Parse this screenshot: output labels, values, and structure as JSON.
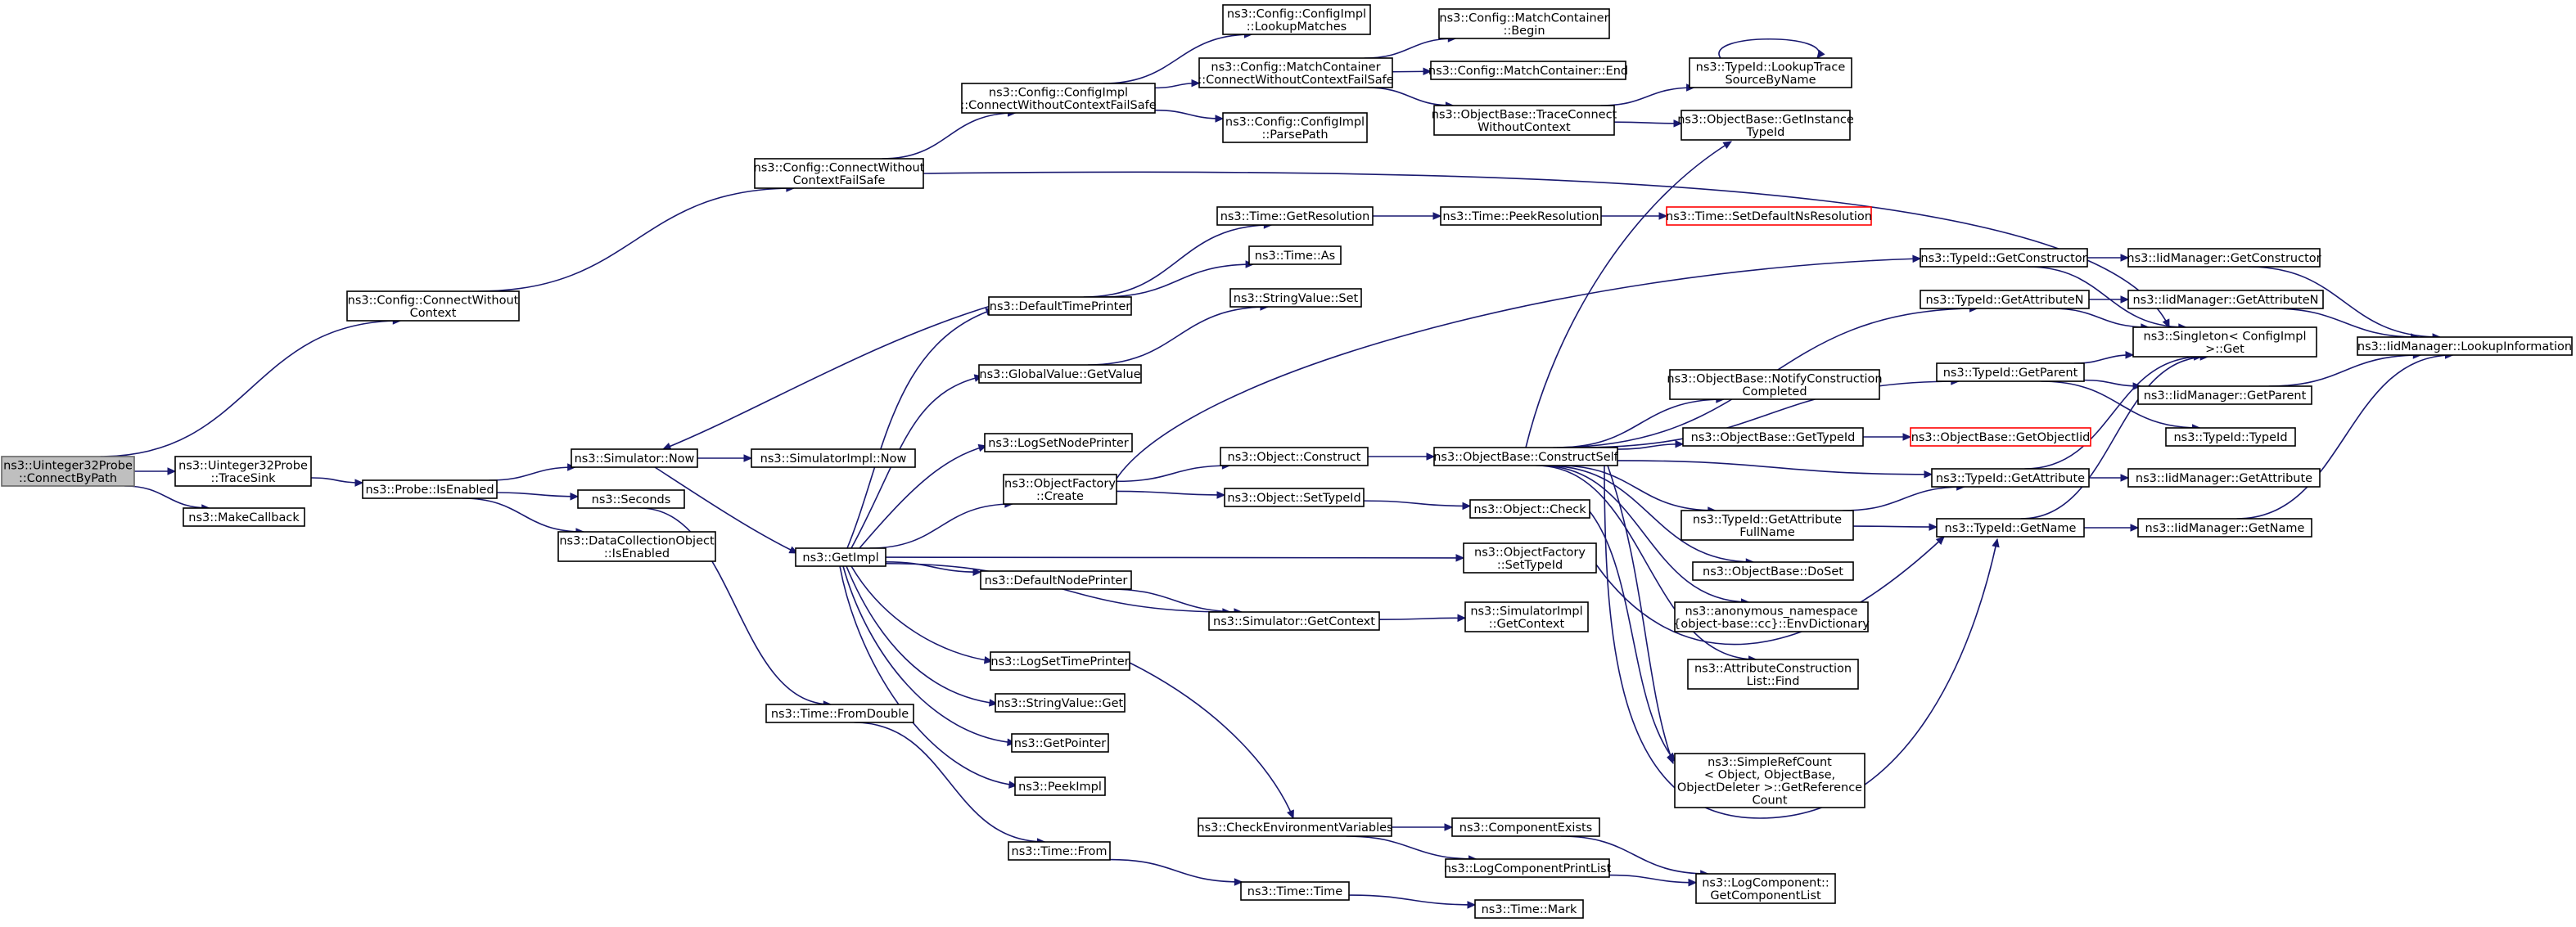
{
  "nodes": [
    {
      "id": "root",
      "lines": [
        "ns3::Uinteger32Probe",
        "::ConnectByPath"
      ],
      "style": "root"
    },
    {
      "id": "connwocfs",
      "lines": [
        "ns3::Config::ConnectWithout",
        "Context"
      ]
    },
    {
      "id": "tracesink",
      "lines": [
        "ns3::Uinteger32Probe",
        "::TraceSink"
      ]
    },
    {
      "id": "makecb",
      "lines": [
        "ns3::MakeCallback"
      ]
    },
    {
      "id": "isenabled",
      "lines": [
        "ns3::Probe::IsEnabled"
      ]
    },
    {
      "id": "simnow",
      "lines": [
        "ns3::Simulator::Now"
      ]
    },
    {
      "id": "seconds",
      "lines": [
        "ns3::Seconds"
      ]
    },
    {
      "id": "dcoenabled",
      "lines": [
        "ns3::DataCollectionObject",
        "::IsEnabled"
      ]
    },
    {
      "id": "simimplnow",
      "lines": [
        "ns3::SimulatorImpl::Now"
      ]
    },
    {
      "id": "getimpl",
      "lines": [
        "ns3::GetImpl"
      ]
    },
    {
      "id": "fromdouble",
      "lines": [
        "ns3::Time::FromDouble"
      ]
    },
    {
      "id": "timefrom",
      "lines": [
        "ns3::Time::From"
      ]
    },
    {
      "id": "cfgconnfs",
      "lines": [
        "ns3::Config::ConnectWithout",
        "ContextFailSafe"
      ]
    },
    {
      "id": "cfgimplcfs",
      "lines": [
        "ns3::Config::ConfigImpl",
        "::ConnectWithoutContextFailSafe"
      ]
    },
    {
      "id": "lookupmatches",
      "lines": [
        "ns3::Config::ConfigImpl",
        "::LookupMatches"
      ]
    },
    {
      "id": "mcconnfs",
      "lines": [
        "ns3::Config::MatchContainer",
        "::ConnectWithoutContextFailSafe"
      ]
    },
    {
      "id": "parsepath",
      "lines": [
        "ns3::Config::ConfigImpl",
        "::ParsePath"
      ]
    },
    {
      "id": "mcbegin",
      "lines": [
        "ns3::Config::MatchContainer",
        "::Begin"
      ]
    },
    {
      "id": "mcend",
      "lines": [
        "ns3::Config::MatchContainer::End"
      ]
    },
    {
      "id": "obtraceconn",
      "lines": [
        "ns3::ObjectBase::TraceConnect",
        "WithoutContext"
      ]
    },
    {
      "id": "lookuptrace",
      "lines": [
        "ns3::TypeId::LookupTrace",
        "SourceByName"
      ]
    },
    {
      "id": "getinsttid",
      "lines": [
        "ns3::ObjectBase::GetInstance",
        "TypeId"
      ]
    },
    {
      "id": "deftimeprinter",
      "lines": [
        "ns3::DefaultTimePrinter"
      ]
    },
    {
      "id": "getresolution",
      "lines": [
        "ns3::Time::GetResolution"
      ]
    },
    {
      "id": "timeas",
      "lines": [
        "ns3::Time::As"
      ]
    },
    {
      "id": "peekresolution",
      "lines": [
        "ns3::Time::PeekResolution"
      ]
    },
    {
      "id": "setdefns",
      "lines": [
        "ns3::Time::SetDefaultNsResolution"
      ],
      "style": "red"
    },
    {
      "id": "strvalset",
      "lines": [
        "ns3::StringValue::Set"
      ]
    },
    {
      "id": "gvgetvalue",
      "lines": [
        "ns3::GlobalValue::GetValue"
      ]
    },
    {
      "id": "logsetnode",
      "lines": [
        "ns3::LogSetNodePrinter"
      ]
    },
    {
      "id": "ofcreate",
      "lines": [
        "ns3::ObjectFactory",
        "::Create"
      ]
    },
    {
      "id": "objconstruct",
      "lines": [
        "ns3::Object::Construct"
      ]
    },
    {
      "id": "objsettid",
      "lines": [
        "ns3::Object::SetTypeId"
      ]
    },
    {
      "id": "objcheck",
      "lines": [
        "ns3::Object::Check"
      ]
    },
    {
      "id": "ofsettid",
      "lines": [
        "ns3::ObjectFactory",
        "::SetTypeId"
      ]
    },
    {
      "id": "defnodeprinter",
      "lines": [
        "ns3::DefaultNodePrinter"
      ]
    },
    {
      "id": "simgetcontext",
      "lines": [
        "ns3::Simulator::GetContext"
      ]
    },
    {
      "id": "simimplgetctx",
      "lines": [
        "ns3::SimulatorImpl",
        "::GetContext"
      ]
    },
    {
      "id": "logsettime",
      "lines": [
        "ns3::LogSetTimePrinter"
      ]
    },
    {
      "id": "strvalget",
      "lines": [
        "ns3::StringValue::Get"
      ]
    },
    {
      "id": "getpointer",
      "lines": [
        "ns3::GetPointer"
      ]
    },
    {
      "id": "peekimpl",
      "lines": [
        "ns3::PeekImpl"
      ]
    },
    {
      "id": "checkenv",
      "lines": [
        "ns3::CheckEnvironmentVariables"
      ]
    },
    {
      "id": "timetime",
      "lines": [
        "ns3::Time::Time"
      ]
    },
    {
      "id": "timemark",
      "lines": [
        "ns3::Time::Mark"
      ]
    },
    {
      "id": "compexists",
      "lines": [
        "ns3::ComponentExists"
      ]
    },
    {
      "id": "logcompprint",
      "lines": [
        "ns3::LogComponentPrintList"
      ]
    },
    {
      "id": "getcomplist",
      "lines": [
        "ns3::LogComponent::",
        "GetComponentList"
      ]
    },
    {
      "id": "obconstructself",
      "lines": [
        "ns3::ObjectBase::ConstructSelf"
      ]
    },
    {
      "id": "obnotify",
      "lines": [
        "ns3::ObjectBase::NotifyConstruction",
        "Completed"
      ]
    },
    {
      "id": "obgettid",
      "lines": [
        "ns3::ObjectBase::GetTypeId"
      ]
    },
    {
      "id": "obgetobjtid",
      "lines": [
        "ns3::ObjectBase::GetObjectIid"
      ],
      "style": "red"
    },
    {
      "id": "tidgetattrfull",
      "lines": [
        "ns3::TypeId::GetAttribute",
        "FullName"
      ]
    },
    {
      "id": "obdoset",
      "lines": [
        "ns3::ObjectBase::DoSet"
      ]
    },
    {
      "id": "envdict",
      "lines": [
        "ns3::anonymous_namespace",
        "{object-base::cc}::EnvDictionary"
      ]
    },
    {
      "id": "attrconstfind",
      "lines": [
        "ns3::AttributeConstruction",
        "List::Find"
      ]
    },
    {
      "id": "simplerefcount",
      "lines": [
        "ns3::SimpleRefCount",
        "< Object, ObjectBase,",
        "ObjectDeleter >::GetReference",
        "Count"
      ]
    },
    {
      "id": "tidgetctor",
      "lines": [
        "ns3::TypeId::GetConstructor"
      ]
    },
    {
      "id": "tidgetattrn",
      "lines": [
        "ns3::TypeId::GetAttributeN"
      ]
    },
    {
      "id": "tidgetparent",
      "lines": [
        "ns3::TypeId::GetParent"
      ]
    },
    {
      "id": "tidgetattr",
      "lines": [
        "ns3::TypeId::GetAttribute"
      ]
    },
    {
      "id": "tidgetname",
      "lines": [
        "ns3::TypeId::GetName"
      ]
    },
    {
      "id": "tidtid",
      "lines": [
        "ns3::TypeId::TypeId"
      ]
    },
    {
      "id": "iidgetctor",
      "lines": [
        "ns3::IidManager::GetConstructor"
      ]
    },
    {
      "id": "iidgetattrn",
      "lines": [
        "ns3::IidManager::GetAttributeN"
      ]
    },
    {
      "id": "singletonget",
      "lines": [
        "ns3::Singleton< ConfigImpl",
        ">::Get"
      ]
    },
    {
      "id": "iidgetparent",
      "lines": [
        "ns3::IidManager::GetParent"
      ]
    },
    {
      "id": "iidgetattr",
      "lines": [
        "ns3::IidManager::GetAttribute"
      ]
    },
    {
      "id": "iidgetname",
      "lines": [
        "ns3::IidManager::GetName"
      ]
    },
    {
      "id": "iidlookup",
      "lines": [
        "ns3::IidManager::LookupInformation"
      ]
    }
  ],
  "edges": [
    [
      "root",
      "connwocfs"
    ],
    [
      "root",
      "tracesink"
    ],
    [
      "root",
      "makecb"
    ],
    [
      "connwocfs",
      "cfgconnfs"
    ],
    [
      "cfgconnfs",
      "cfgimplcfs"
    ],
    [
      "cfgconnfs",
      "singletonget"
    ],
    [
      "cfgimplcfs",
      "lookupmatches"
    ],
    [
      "cfgimplcfs",
      "mcconnfs"
    ],
    [
      "cfgimplcfs",
      "parsepath"
    ],
    [
      "mcconnfs",
      "mcbegin"
    ],
    [
      "mcconnfs",
      "mcend"
    ],
    [
      "mcconnfs",
      "obtraceconn"
    ],
    [
      "obtraceconn",
      "lookuptrace"
    ],
    [
      "obtraceconn",
      "getinsttid"
    ],
    [
      "lookuptrace",
      "lookuptrace"
    ],
    [
      "tracesink",
      "isenabled"
    ],
    [
      "isenabled",
      "simnow"
    ],
    [
      "isenabled",
      "seconds"
    ],
    [
      "isenabled",
      "dcoenabled"
    ],
    [
      "simnow",
      "simimplnow"
    ],
    [
      "simnow",
      "getimpl"
    ],
    [
      "seconds",
      "fromdouble"
    ],
    [
      "fromdouble",
      "timefrom"
    ],
    [
      "timefrom",
      "timetime"
    ],
    [
      "timetime",
      "timemark"
    ],
    [
      "getimpl",
      "deftimeprinter"
    ],
    [
      "getimpl",
      "gvgetvalue"
    ],
    [
      "getimpl",
      "logsetnode"
    ],
    [
      "getimpl",
      "ofcreate"
    ],
    [
      "getimpl",
      "defnodeprinter"
    ],
    [
      "getimpl",
      "ofsettid"
    ],
    [
      "getimpl",
      "logsettime"
    ],
    [
      "getimpl",
      "strvalget"
    ],
    [
      "getimpl",
      "getpointer"
    ],
    [
      "getimpl",
      "peekimpl"
    ],
    [
      "getimpl",
      "simgetcontext"
    ],
    [
      "deftimeprinter",
      "simnow"
    ],
    [
      "deftimeprinter",
      "getresolution"
    ],
    [
      "deftimeprinter",
      "timeas"
    ],
    [
      "getresolution",
      "peekresolution"
    ],
    [
      "peekresolution",
      "setdefns"
    ],
    [
      "gvgetvalue",
      "strvalset"
    ],
    [
      "ofcreate",
      "objconstruct"
    ],
    [
      "ofcreate",
      "objsettid"
    ],
    [
      "ofcreate",
      "tidgetctor"
    ],
    [
      "objconstruct",
      "obconstructself"
    ],
    [
      "objsettid",
      "objcheck"
    ],
    [
      "objcheck",
      "simplerefcount"
    ],
    [
      "ofsettid",
      "tidgetname"
    ],
    [
      "defnodeprinter",
      "simgetcontext"
    ],
    [
      "simgetcontext",
      "simimplgetctx"
    ],
    [
      "logsettime",
      "checkenv"
    ],
    [
      "checkenv",
      "compexists"
    ],
    [
      "checkenv",
      "logcompprint"
    ],
    [
      "compexists",
      "getcomplist"
    ],
    [
      "logcompprint",
      "getcomplist"
    ],
    [
      "obconstructself",
      "getinsttid"
    ],
    [
      "obconstructself",
      "tidgetattrn"
    ],
    [
      "obconstructself",
      "tidgetparent"
    ],
    [
      "obconstructself",
      "obnotify"
    ],
    [
      "obconstructself",
      "obgettid"
    ],
    [
      "obconstructself",
      "tidgetattr"
    ],
    [
      "obconstructself",
      "tidgetattrfull"
    ],
    [
      "obconstructself",
      "obdoset"
    ],
    [
      "obconstructself",
      "envdict"
    ],
    [
      "obconstructself",
      "attrconstfind"
    ],
    [
      "obconstructself",
      "simplerefcount"
    ],
    [
      "obconstructself",
      "tidgetname"
    ],
    [
      "obgettid",
      "obgetobjtid"
    ],
    [
      "tidgetattrfull",
      "tidgetattr"
    ],
    [
      "tidgetattrfull",
      "tidgetname"
    ],
    [
      "tidgetctor",
      "iidgetctor"
    ],
    [
      "tidgetctor",
      "singletonget"
    ],
    [
      "tidgetattrn",
      "iidgetattrn"
    ],
    [
      "tidgetattrn",
      "singletonget"
    ],
    [
      "tidgetparent",
      "singletonget"
    ],
    [
      "tidgetparent",
      "iidgetparent"
    ],
    [
      "tidgetparent",
      "tidtid"
    ],
    [
      "tidgetattr",
      "iidgetattr"
    ],
    [
      "tidgetattr",
      "singletonget"
    ],
    [
      "tidgetname",
      "iidgetname"
    ],
    [
      "tidgetname",
      "singletonget"
    ],
    [
      "iidgetctor",
      "iidlookup"
    ],
    [
      "iidgetattrn",
      "iidlookup"
    ],
    [
      "iidgetparent",
      "iidlookup"
    ],
    [
      "iidgetname",
      "iidlookup"
    ]
  ]
}
